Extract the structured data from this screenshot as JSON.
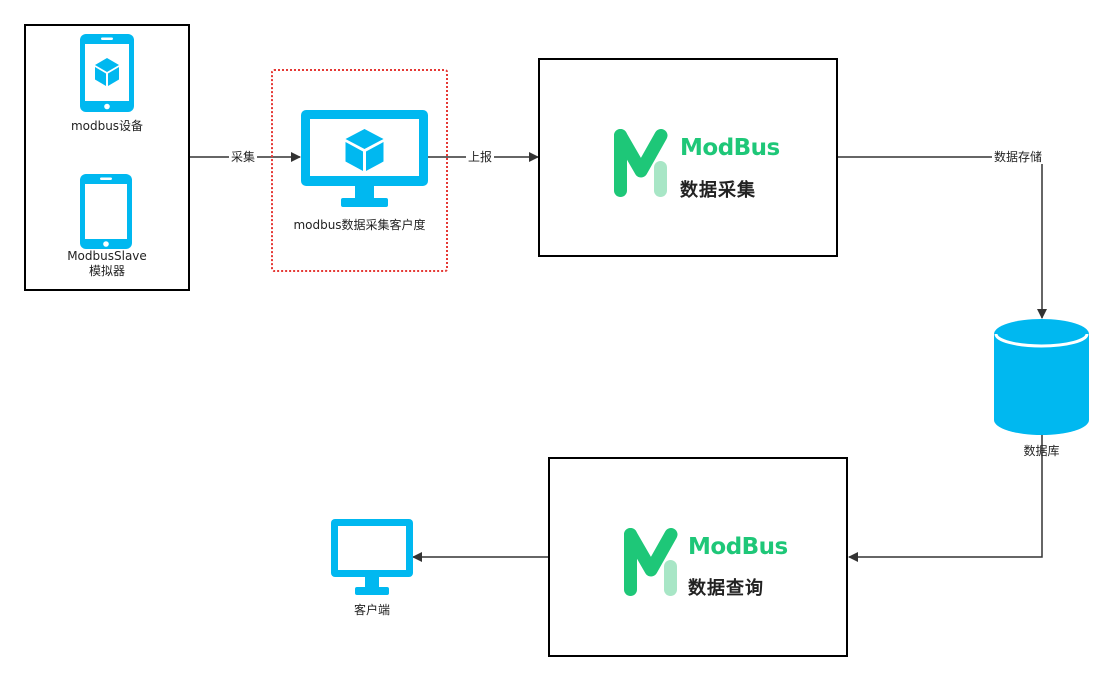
{
  "colors": {
    "device_blue": "#00b8f0",
    "modbus_green": "#1ec778",
    "modbus_green_light": "#a8e6c6",
    "dashed_red": "#e53935",
    "line": "#333333"
  },
  "nodes": {
    "modbus_device": {
      "label": "modbus设备",
      "icon": "tablet-cube-icon"
    },
    "modbus_slave": {
      "label_line1": "ModbusSlave",
      "label_line2": "模拟器",
      "icon": "phone-icon"
    },
    "collector_client": {
      "label": "modbus数据采集客户度",
      "icon": "monitor-cube-icon"
    },
    "collect_service": {
      "logo_en": "ModBus",
      "logo_cn": "数据采集"
    },
    "database": {
      "label": "数据库",
      "icon": "database-icon"
    },
    "query_service": {
      "logo_en": "ModBus",
      "logo_cn": "数据查询"
    },
    "client": {
      "label": "客户端",
      "icon": "monitor-icon"
    }
  },
  "edges": {
    "collect": "采集",
    "report": "上报",
    "store": "数据存储"
  }
}
